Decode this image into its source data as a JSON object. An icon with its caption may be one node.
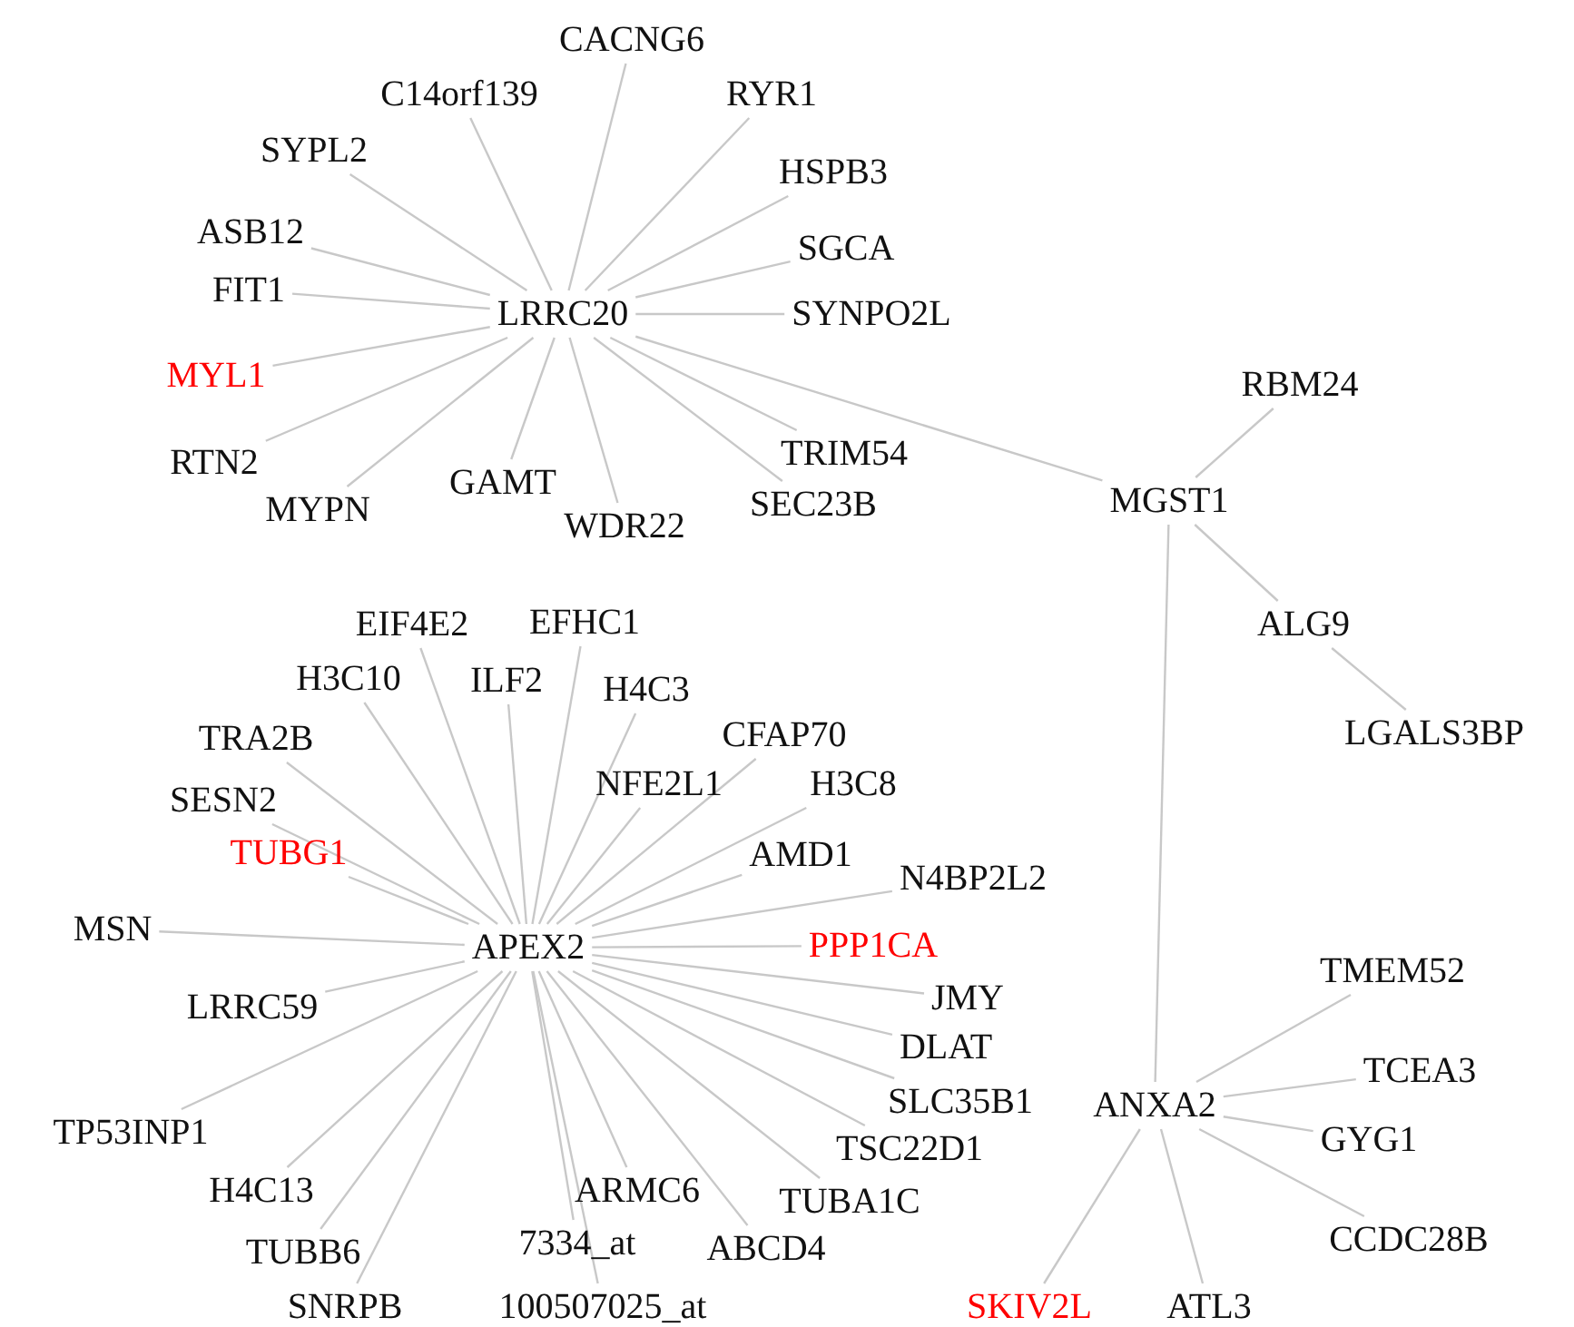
{
  "diagram": {
    "nodes": [
      {
        "text": [
          "LRRC20"
        ]
      },
      {
        "text": [
          "CACNG6"
        ]
      },
      {
        "text": [
          "C14orf139"
        ]
      },
      {
        "text": [
          "RYR1"
        ]
      },
      {
        "text": [
          "SYPL2"
        ]
      },
      {
        "text": [
          "HSPB3"
        ]
      },
      {
        "text": [
          "ASB12"
        ]
      },
      {
        "text": [
          "SGCA"
        ]
      },
      {
        "text": [
          "FIT1"
        ]
      },
      {
        "text": [
          "SYNPO2L"
        ]
      },
      {
        "text": [
          "MYL1"
        ]
      },
      {
        "text": [
          "RTN2"
        ]
      },
      {
        "text": [
          "MYPN"
        ]
      },
      {
        "text": [
          "GAMT"
        ]
      },
      {
        "text": [
          "WDR22"
        ]
      },
      {
        "text": [
          "TRIM54"
        ]
      },
      {
        "text": [
          "SEC23B"
        ]
      },
      {
        "text": [
          "MGST1"
        ]
      },
      {
        "text": [
          "RBM24"
        ]
      },
      {
        "text": [
          "ALG9"
        ]
      },
      {
        "text": [
          "LGALS3BP"
        ]
      },
      {
        "text": [
          "APEX2"
        ]
      },
      {
        "text": [
          "EIF4E2"
        ]
      },
      {
        "text": [
          "EFHC1"
        ]
      },
      {
        "text": [
          "H3C10"
        ]
      },
      {
        "text": [
          "ILF2"
        ]
      },
      {
        "text": [
          "H4C3"
        ]
      },
      {
        "text": [
          "TRA2B"
        ]
      },
      {
        "text": [
          "CFAP70"
        ]
      },
      {
        "text": [
          "NFE2L1"
        ]
      },
      {
        "text": [
          "H3C8"
        ]
      },
      {
        "text": [
          "SESN2"
        ]
      },
      {
        "text": [
          "TUBG1"
        ]
      },
      {
        "text": [
          "AMD1"
        ]
      },
      {
        "text": [
          "N4BP2L2"
        ]
      },
      {
        "text": [
          "MSN"
        ]
      },
      {
        "text": [
          "PPP1CA"
        ]
      },
      {
        "text": [
          "LRRC59"
        ]
      },
      {
        "text": [
          "JMY"
        ]
      },
      {
        "text": [
          "DLAT"
        ]
      },
      {
        "text": [
          "SLC35B1"
        ]
      },
      {
        "text": [
          "TP53INP1"
        ]
      },
      {
        "text": [
          "TSC22D1"
        ]
      },
      {
        "text": [
          "H4C13"
        ]
      },
      {
        "text": [
          "ARMC6"
        ]
      },
      {
        "text": [
          "TUBA1C"
        ]
      },
      {
        "text": [
          "TUBB6"
        ]
      },
      {
        "text": [
          "7334_at"
        ]
      },
      {
        "text": [
          "ABCD4"
        ]
      },
      {
        "text": [
          "SNRPB"
        ]
      },
      {
        "text": [
          "100507025_at"
        ]
      },
      {
        "text": [
          "ANXA2"
        ]
      },
      {
        "text": [
          "TMEM52"
        ]
      },
      {
        "text": [
          "TCEA3"
        ]
      },
      {
        "text": [
          "GYG1"
        ]
      },
      {
        "text": [
          "CCDC28B"
        ]
      },
      {
        "text": [
          "SKIV2L"
        ]
      },
      {
        "text": [
          "ATL3"
        ]
      }
    ],
    "edges": [
      {
        "from": 0,
        "to": 1,
        "arrow": "none"
      },
      {
        "from": 0,
        "to": 2,
        "arrow": "none"
      },
      {
        "from": 0,
        "to": 3,
        "arrow": "none"
      },
      {
        "from": 0,
        "to": 4,
        "arrow": "none"
      },
      {
        "from": 0,
        "to": 5,
        "arrow": "none"
      },
      {
        "from": 0,
        "to": 6,
        "arrow": "none"
      },
      {
        "from": 0,
        "to": 7,
        "arrow": "none"
      },
      {
        "from": 0,
        "to": 8,
        "arrow": "none"
      },
      {
        "from": 0,
        "to": 9,
        "arrow": "none"
      },
      {
        "from": 0,
        "to": 10,
        "arrow": "none"
      },
      {
        "from": 0,
        "to": 11,
        "arrow": "none"
      },
      {
        "from": 0,
        "to": 12,
        "arrow": "none"
      },
      {
        "from": 0,
        "to": 13,
        "arrow": "none"
      },
      {
        "from": 0,
        "to": 14,
        "arrow": "none"
      },
      {
        "from": 0,
        "to": 15,
        "arrow": "none"
      },
      {
        "from": 0,
        "to": 16,
        "arrow": "none"
      },
      {
        "from": 0,
        "to": 17,
        "arrow": "none"
      },
      {
        "from": 17,
        "to": 18,
        "arrow": "none"
      },
      {
        "from": 17,
        "to": 19,
        "arrow": "none"
      },
      {
        "from": 19,
        "to": 20,
        "arrow": "none"
      },
      {
        "from": 17,
        "to": 51,
        "arrow": "none"
      },
      {
        "from": 21,
        "to": 22,
        "arrow": "none"
      },
      {
        "from": 21,
        "to": 23,
        "arrow": "none"
      },
      {
        "from": 21,
        "to": 24,
        "arrow": "none"
      },
      {
        "from": 21,
        "to": 25,
        "arrow": "none"
      },
      {
        "from": 21,
        "to": 26,
        "arrow": "none"
      },
      {
        "from": 21,
        "to": 27,
        "arrow": "none"
      },
      {
        "from": 21,
        "to": 28,
        "arrow": "none"
      },
      {
        "from": 21,
        "to": 29,
        "arrow": "none"
      },
      {
        "from": 21,
        "to": 30,
        "arrow": "none"
      },
      {
        "from": 21,
        "to": 31,
        "arrow": "none"
      },
      {
        "from": 21,
        "to": 32,
        "arrow": "none"
      },
      {
        "from": 21,
        "to": 33,
        "arrow": "none"
      },
      {
        "from": 21,
        "to": 34,
        "arrow": "none"
      },
      {
        "from": 21,
        "to": 35,
        "arrow": "none"
      },
      {
        "from": 21,
        "to": 36,
        "arrow": "none"
      },
      {
        "from": 21,
        "to": 37,
        "arrow": "none"
      },
      {
        "from": 21,
        "to": 38,
        "arrow": "none"
      },
      {
        "from": 21,
        "to": 39,
        "arrow": "none"
      },
      {
        "from": 21,
        "to": 40,
        "arrow": "none"
      },
      {
        "from": 21,
        "to": 41,
        "arrow": "none"
      },
      {
        "from": 21,
        "to": 42,
        "arrow": "none"
      },
      {
        "from": 21,
        "to": 43,
        "arrow": "none"
      },
      {
        "from": 21,
        "to": 44,
        "arrow": "none"
      },
      {
        "from": 21,
        "to": 45,
        "arrow": "none"
      },
      {
        "from": 21,
        "to": 46,
        "arrow": "none"
      },
      {
        "from": 21,
        "to": 47,
        "arrow": "none"
      },
      {
        "from": 21,
        "to": 48,
        "arrow": "none"
      },
      {
        "from": 21,
        "to": 49,
        "arrow": "none"
      },
      {
        "from": 21,
        "to": 50,
        "arrow": "none"
      },
      {
        "from": 51,
        "to": 52,
        "arrow": "none"
      },
      {
        "from": 51,
        "to": 53,
        "arrow": "none"
      },
      {
        "from": 51,
        "to": 54,
        "arrow": "none"
      },
      {
        "from": 51,
        "to": 55,
        "arrow": "none"
      },
      {
        "from": 51,
        "to": 56,
        "arrow": "none"
      },
      {
        "from": 51,
        "to": 57,
        "arrow": "none"
      }
    ]
  }
}
